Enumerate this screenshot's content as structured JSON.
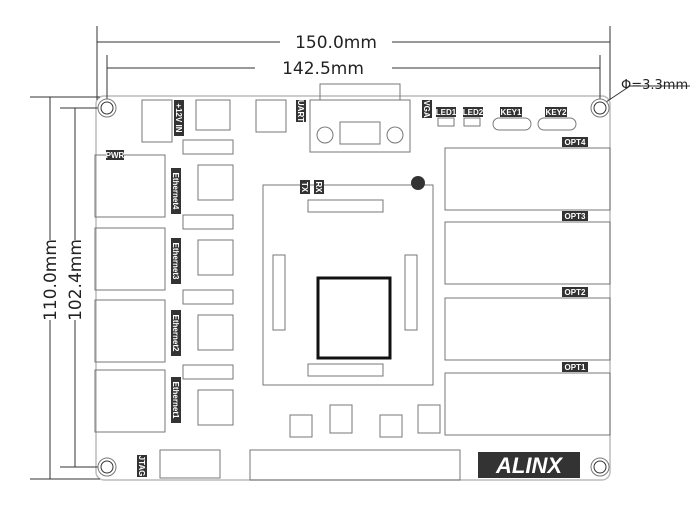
{
  "dimensions": {
    "overall_width": "150.0mm",
    "hole_spacing_width": "142.5mm",
    "overall_height": "110.0mm",
    "hole_spacing_height": "102.4mm",
    "hole_diameter": "Φ=3.3mm"
  },
  "board_labels": {
    "power_in": "+12V IN",
    "uart": "UART",
    "vga": "VGA",
    "led1": "LED1",
    "led2": "LED2",
    "key1": "KEY1",
    "key2": "KEY2",
    "pwr": "PWR",
    "tx": "TX",
    "rx": "RX",
    "jtag": "JTAG",
    "ethernet": [
      "Ethernet4",
      "Ethernet3",
      "Ethernet2",
      "Ethernet1"
    ],
    "opt": [
      "OPT4",
      "OPT3",
      "OPT2",
      "OPT1"
    ]
  },
  "logo": {
    "text": "ALINX"
  },
  "colors": {
    "line": "#333333",
    "component": "#777777",
    "label_bg": "#333333"
  }
}
